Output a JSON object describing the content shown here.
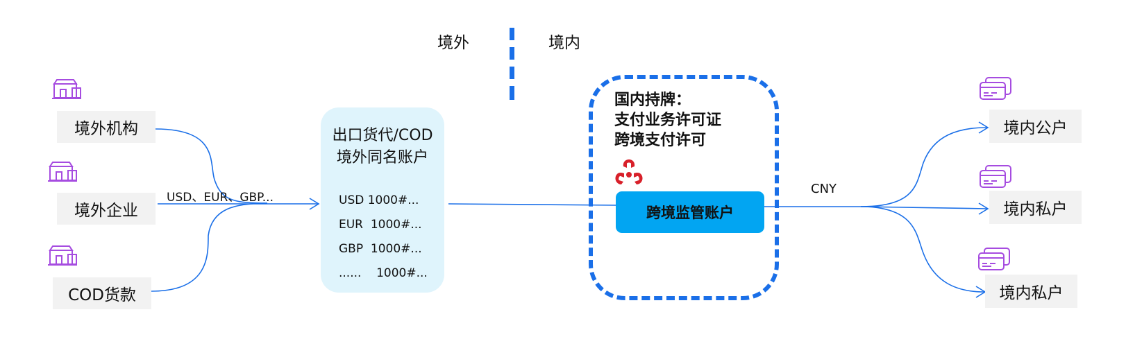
{
  "regions": {
    "overseas": "境外",
    "domestic": "境内"
  },
  "sources": [
    {
      "label": "境外机构"
    },
    {
      "label": "境外企业"
    },
    {
      "label": "COD货款"
    }
  ],
  "currency_flow_label": "USD、EUR、GBP...",
  "agent": {
    "title_line1": "出口货代/COD",
    "title_line2": "境外同名账户",
    "rows": [
      {
        "currency": "USD",
        "amount": "1000#..."
      },
      {
        "currency": "EUR",
        "amount": "1000#..."
      },
      {
        "currency": "GBP",
        "amount": "1000#..."
      },
      {
        "currency": "......",
        "amount": "1000#..."
      }
    ]
  },
  "license": {
    "line1": "国内持牌：",
    "line2": "支付业务许可证",
    "line3": "跨境支付许可"
  },
  "supervision_account": "跨境监管账户",
  "cny_label": "CNY",
  "destinations": [
    {
      "label": "境内公户"
    },
    {
      "label": "境内私户"
    },
    {
      "label": "境内私户"
    }
  ],
  "icons": {
    "source_icon": "storefront-icon",
    "dest_icon": "card-icon",
    "license_logo": "bank-logo-icon"
  },
  "colors": {
    "line": "#1a6fe8",
    "divider": "#1a6fe8",
    "agent_bg": "#dff4fc",
    "supervision_bg": "#02a5f2",
    "label_bg": "#f2f2f2",
    "icon_purple": "#a64ce0",
    "logo_red": "#d8202a"
  }
}
